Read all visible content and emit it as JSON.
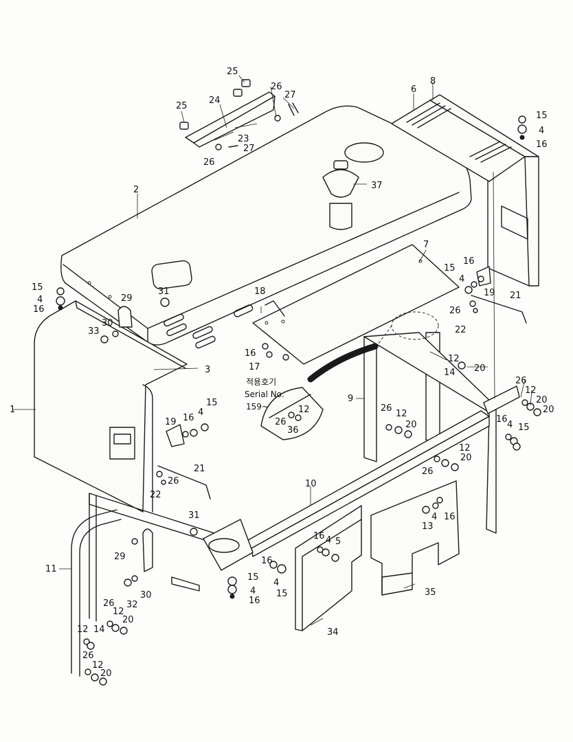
{
  "diagram": {
    "callouts": {
      "c1": "1",
      "c2": "2",
      "c3": "3",
      "c4a": "4",
      "c4b": "4",
      "c4c": "4",
      "c4d": "4",
      "c4e": "4",
      "c4f": "4",
      "c4g": "4",
      "c4h": "4",
      "c4i": "4",
      "c5": "5",
      "c6": "6",
      "c7": "7",
      "c8": "8",
      "c9": "9",
      "c10": "10",
      "c11": "11",
      "c12a": "12",
      "c12b": "12",
      "c12c": "12",
      "c12d": "12",
      "c12e": "12",
      "c12f": "12",
      "c12g": "12",
      "c12h": "12",
      "c13": "13",
      "c14a": "14",
      "c14b": "14",
      "c15a": "15",
      "c15b": "15",
      "c15c": "15",
      "c15d": "15",
      "c15e": "15",
      "c15f": "15",
      "c15g": "15",
      "c16a": "16",
      "c16b": "16",
      "c16c": "16",
      "c16d": "16",
      "c16e": "16",
      "c16f": "16",
      "c16g": "16",
      "c16h": "16",
      "c16i": "16",
      "c16j": "16",
      "c17": "17",
      "c18": "18",
      "c19a": "19",
      "c19b": "19",
      "c20a": "20",
      "c20b": "20",
      "c20c": "20",
      "c20d": "20",
      "c20e": "20",
      "c20f": "20",
      "c20g": "20",
      "c21a": "21",
      "c21b": "21",
      "c22a": "22",
      "c22b": "22",
      "c23": "23",
      "c24": "24",
      "c25a": "25",
      "c25b": "25",
      "c26a": "26",
      "c26b": "26",
      "c26c": "26",
      "c26d": "26",
      "c26e": "26",
      "c26f": "26",
      "c26g": "26",
      "c26h": "26",
      "c26i": "26",
      "c26j": "26",
      "c27a": "27",
      "c27b": "27",
      "c29a": "29",
      "c29b": "29",
      "c30a": "30",
      "c30b": "30",
      "c31a": "31",
      "c31b": "31",
      "c32": "32",
      "c33": "33",
      "c34": "34",
      "c35": "35",
      "c36": "36",
      "c37": "37"
    },
    "serial_note": {
      "line1": "적용호기",
      "line2": "Serial No.",
      "line3": "159~"
    }
  }
}
